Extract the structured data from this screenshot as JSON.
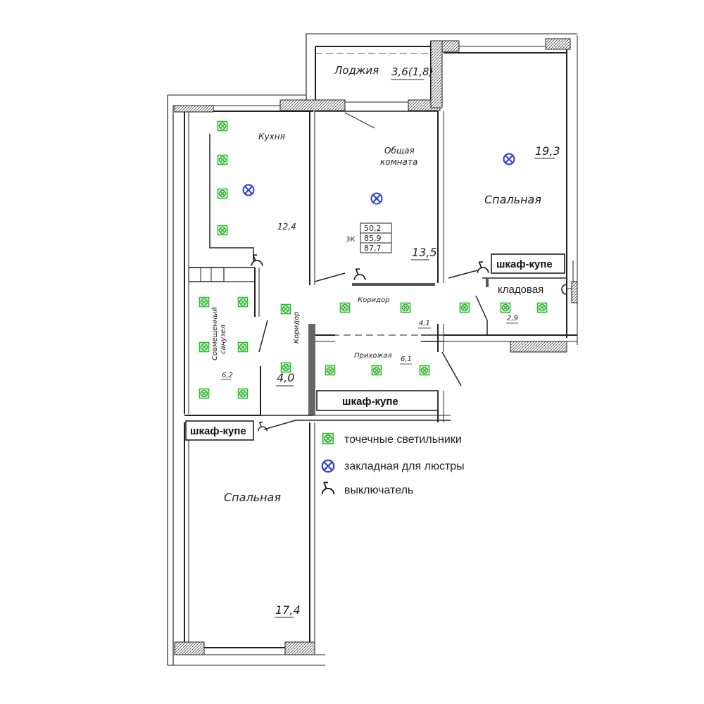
{
  "rooms": {
    "loggia": {
      "name": "Лоджия",
      "area": "3,6(1,8)"
    },
    "kitchen": {
      "name": "Кухня",
      "area": "12,4"
    },
    "common_room": {
      "name_line1": "Общая",
      "name_line2": "комната",
      "area": "13,5"
    },
    "bedroom_top": {
      "name": "Спальная",
      "area": "19,3"
    },
    "corridor_main": {
      "name": "Коридор",
      "area": "4,1"
    },
    "corridor_side": {
      "name": "Коридор",
      "area": "4,0"
    },
    "hallway": {
      "name": "Прихожая",
      "area": "6,1"
    },
    "bathroom": {
      "name_line1": "Совмещенный",
      "name_line2": "санузел",
      "area": "6,2"
    },
    "pantry": {
      "name": "кладовая",
      "area": "2,9"
    },
    "bedroom_bottom": {
      "name": "Спальная",
      "area": "17,4"
    }
  },
  "apartment_info": {
    "type": "3К",
    "values": [
      "50,2",
      "85,9",
      "87,7"
    ]
  },
  "wardrobes": [
    "шкаф-купе",
    "шкаф-купе",
    "шкаф-купе"
  ],
  "legend": [
    {
      "icon": "spotlight-icon",
      "label": "точечные светильники",
      "color": "#2db82d"
    },
    {
      "icon": "chandelier-mount-icon",
      "label": "закладная для люстры",
      "color": "#2b3fd6"
    },
    {
      "icon": "switch-icon",
      "label": "выключатель",
      "color": "#111111"
    }
  ]
}
